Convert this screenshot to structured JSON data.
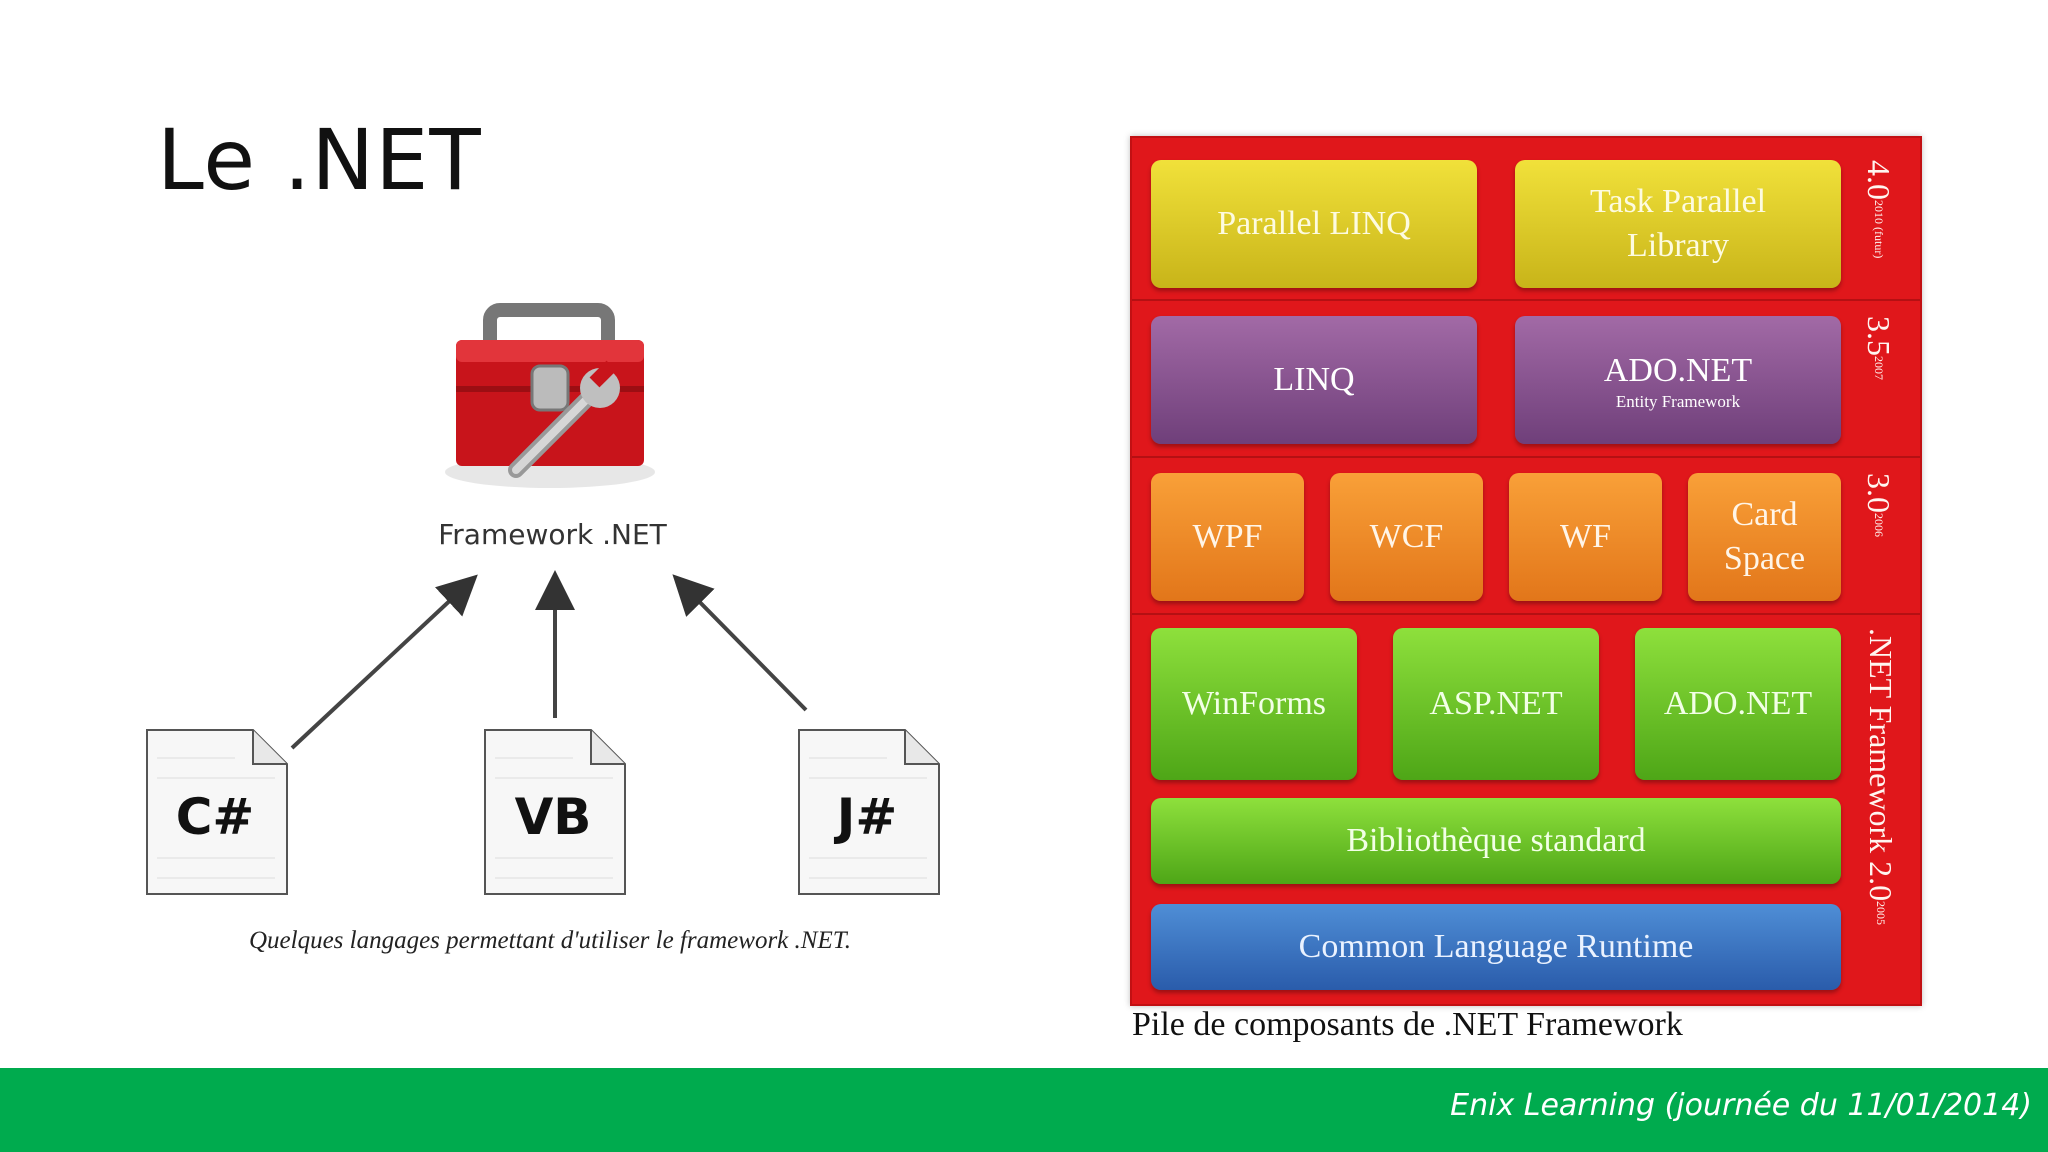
{
  "slide": {
    "title": "Le .NET"
  },
  "languages_diagram": {
    "framework_label": "Framework .NET",
    "icon": "toolbox-wrench-icon",
    "languages": [
      "C#",
      "VB",
      "J#"
    ],
    "caption": "Quelques langages permettant d'utiliser le framework .NET."
  },
  "stack_diagram": {
    "versions": [
      {
        "number": "4.0",
        "year": "2010 (futur)"
      },
      {
        "number": "3.5",
        "year": "2007"
      },
      {
        "number": "3.0",
        "year": "2006"
      },
      {
        "number": ".NET Framework 2.0",
        "year": "2005"
      }
    ],
    "layer_40": {
      "left": [
        "Parallel LINQ"
      ],
      "right": [
        "Task Parallel",
        "Library"
      ]
    },
    "layer_35": {
      "left": "LINQ",
      "right": "ADO.NET",
      "right_sub": "Entity Framework"
    },
    "layer_30": {
      "items": [
        "WPF",
        "WCF",
        "WF"
      ],
      "last": [
        "Card",
        "Space"
      ]
    },
    "layer_20": {
      "items": [
        "WinForms",
        "ASP.NET",
        "ADO.NET"
      ],
      "library": "Bibliothèque standard",
      "runtime": "Common Language Runtime"
    },
    "caption": "Pile de composants de .NET Framework",
    "colors": {
      "frame": "#e0171b",
      "v40": "#e2cf2a",
      "v35": "#8a5291",
      "v30": "#f08a28",
      "v20": "#6ec62a",
      "clr": "#3b74c2"
    }
  },
  "footer": {
    "text": "Enix Learning (journée du 11/01/2014)",
    "color": "#00ab4e"
  }
}
